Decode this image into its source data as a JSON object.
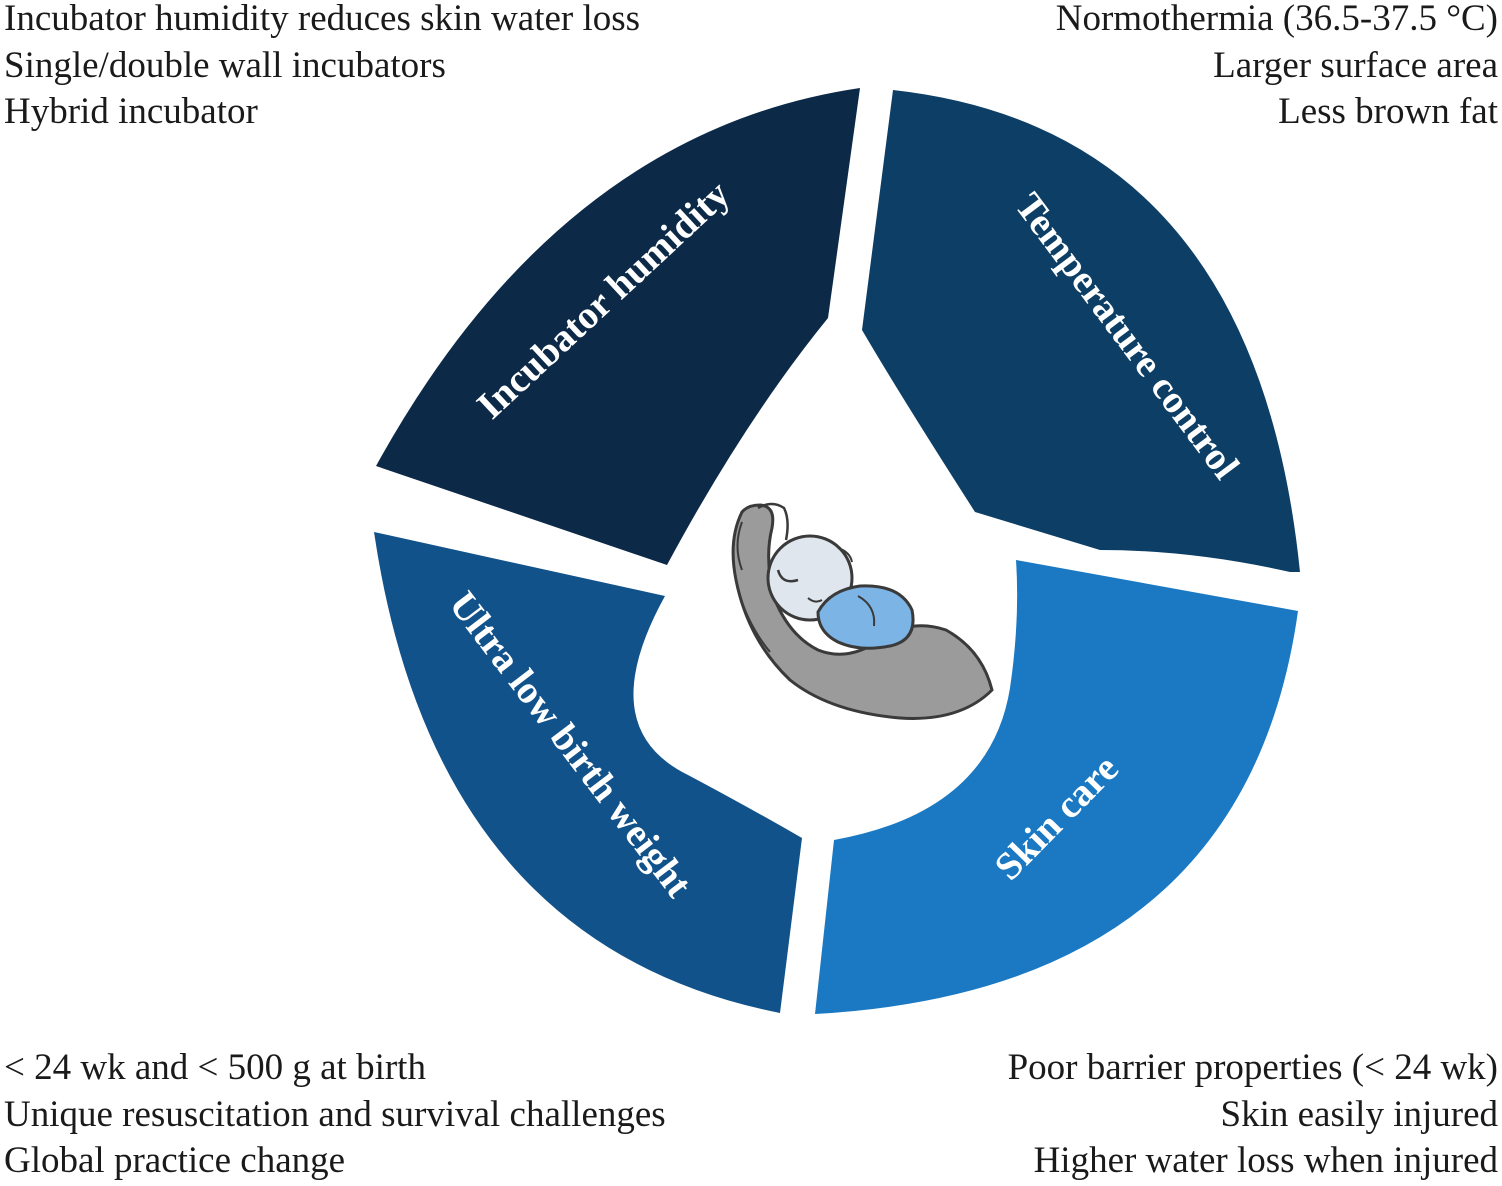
{
  "top_left": {
    "lines": [
      "Incubator humidity reduces skin water loss",
      "Single/double wall incubators",
      "Hybrid incubator"
    ]
  },
  "top_right": {
    "lines": [
      "Normothermia (36.5-37.5 °C)",
      "Larger surface area",
      "Less brown fat"
    ]
  },
  "bottom_left": {
    "lines": [
      "< 24 wk and < 500 g at birth",
      "Unique resuscitation and survival challenges",
      "Global practice change"
    ]
  },
  "bottom_right": {
    "lines": [
      "Poor barrier properties (< 24 wk)",
      "Skin easily injured",
      "Higher water loss when injured"
    ]
  },
  "segments": {
    "incubator_humidity": {
      "label": "Incubator humidity",
      "color": "#0c2a47"
    },
    "temperature_control": {
      "label": "Temperature control",
      "color": "#0d3f66"
    },
    "ultra_low_birth_weight": {
      "label": "Ultra low birth weight",
      "color": "#12528a"
    },
    "skin_care": {
      "label": "Skin care",
      "color": "#1a79c2"
    }
  },
  "center_icon": "baby-in-hand-icon"
}
